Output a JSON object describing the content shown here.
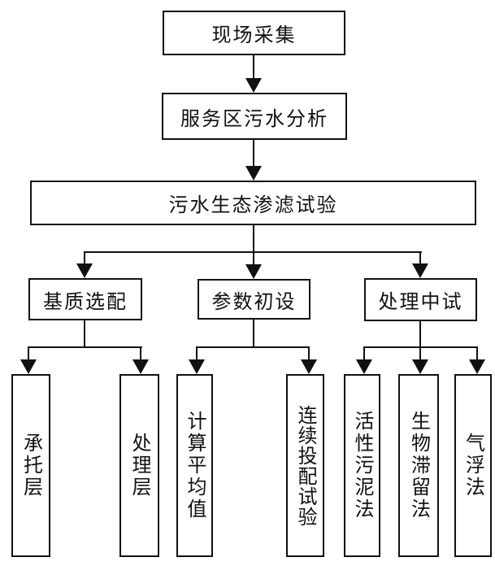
{
  "colors": {
    "line": "#111111",
    "box_background": "#ffffff",
    "page_background": "#ffffff"
  },
  "flowchart": {
    "root": "现场采集",
    "analysis": "服务区污水分析",
    "main_test": "污水生态渗滤试验",
    "branches": {
      "substrate": "基质选配",
      "parameters": "参数初设",
      "pilot": "处理中试"
    },
    "leaves": {
      "support_layer": "承托层",
      "treatment_layer": "处理层",
      "calc_average": "计算平均值",
      "continuous_dosing": "连续投配试验",
      "activated_sludge": "活性污泥法",
      "bioretention": "生物滞留法",
      "air_flotation": "气浮法"
    }
  }
}
